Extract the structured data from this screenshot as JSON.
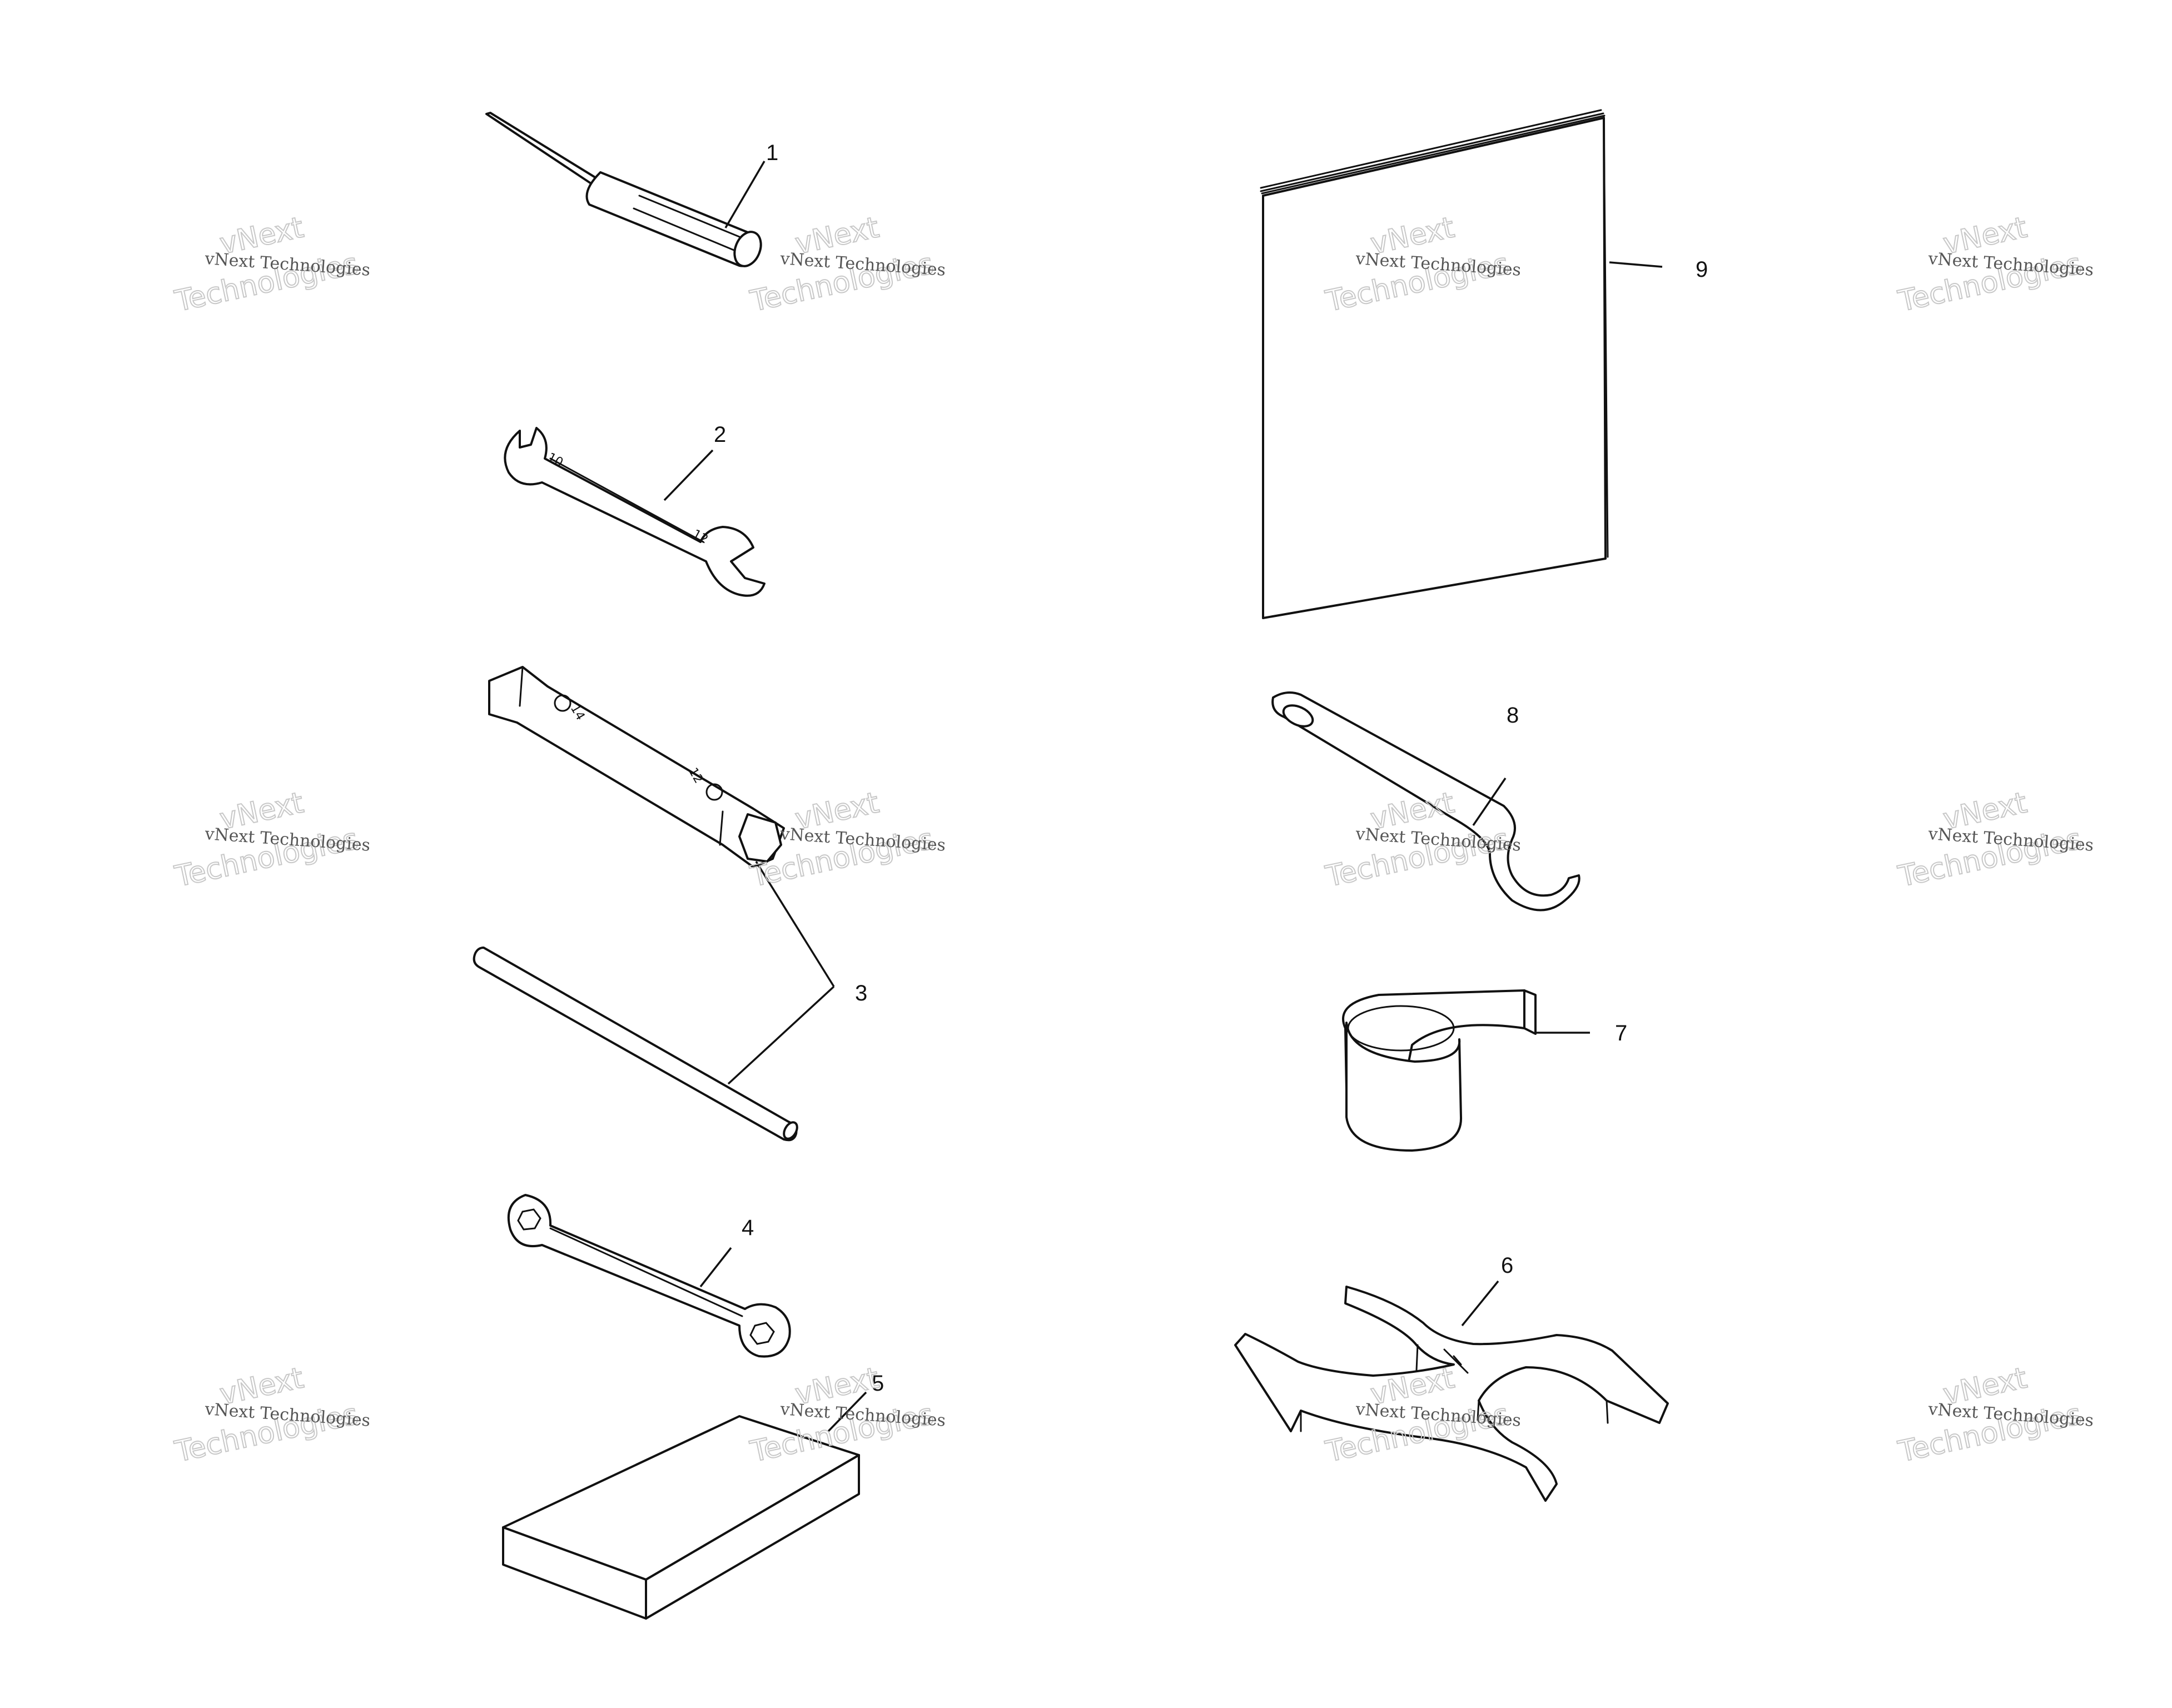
{
  "callouts": [
    {
      "id": "1",
      "label": "1",
      "part": "screwdriver"
    },
    {
      "id": "2",
      "label": "2",
      "part": "open-end-wrench"
    },
    {
      "id": "3",
      "label": "3",
      "part": "tube-socket-wrench-and-bar"
    },
    {
      "id": "4",
      "label": "4",
      "part": "box-end-wrench"
    },
    {
      "id": "5",
      "label": "5",
      "part": "tool-pouch"
    },
    {
      "id": "6",
      "label": "6",
      "part": "forked-tool"
    },
    {
      "id": "7",
      "label": "7",
      "part": "strap-roll"
    },
    {
      "id": "8",
      "label": "8",
      "part": "spanner-wrench"
    },
    {
      "id": "9",
      "label": "9",
      "part": "manual-booklet"
    }
  ],
  "watermark": {
    "line1": "vNext Technologies",
    "line2a": "vNext",
    "line2b": "Technologies"
  }
}
